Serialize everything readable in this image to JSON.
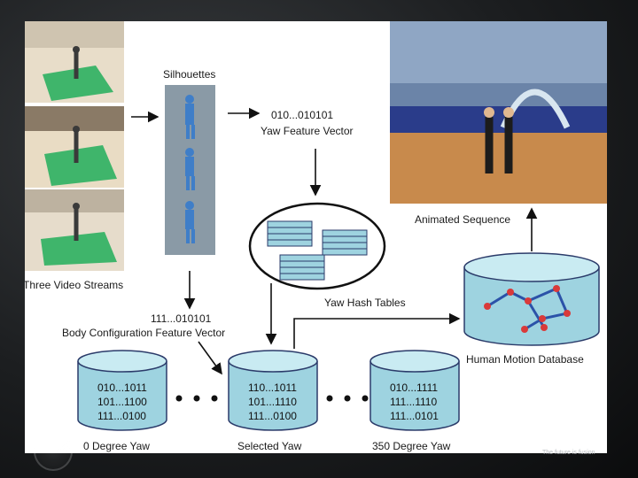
{
  "labels": {
    "silhouettes": "Silhouettes",
    "yaw_vector_bits": "010...010101",
    "yaw_vector_title": "Yaw Feature Vector",
    "three_streams": "Three Video Streams",
    "yaw_hash_tables": "Yaw Hash Tables",
    "body_config_bits": "111...010101",
    "body_config_title": "Body Configuration Feature Vector",
    "animated_sequence": "Animated Sequence",
    "motion_db": "Human Motion Database",
    "db0_label": "0 Degree Yaw",
    "db_selected_label": "Selected Yaw",
    "db350_label": "350 Degree Yaw"
  },
  "databases": {
    "deg0": [
      "010...1011",
      "101...1100",
      "111...0100"
    ],
    "selected": [
      "110...1011",
      "101...1110",
      "111...0100"
    ],
    "deg350": [
      "010...1111",
      "111...1110",
      "111...0101"
    ]
  },
  "footer": {
    "caption": "The future is fusion"
  },
  "colors": {
    "cylinder_fill": "#9ed3e0",
    "cylinder_top": "#c9ebf2",
    "silhouette_panel": "#8a9aa6",
    "silhouette_figure": "#3f7ec8",
    "mocap_node": "#d93a3a",
    "mocap_bone": "#2b52a8",
    "floor_green": "#3fb56b"
  }
}
